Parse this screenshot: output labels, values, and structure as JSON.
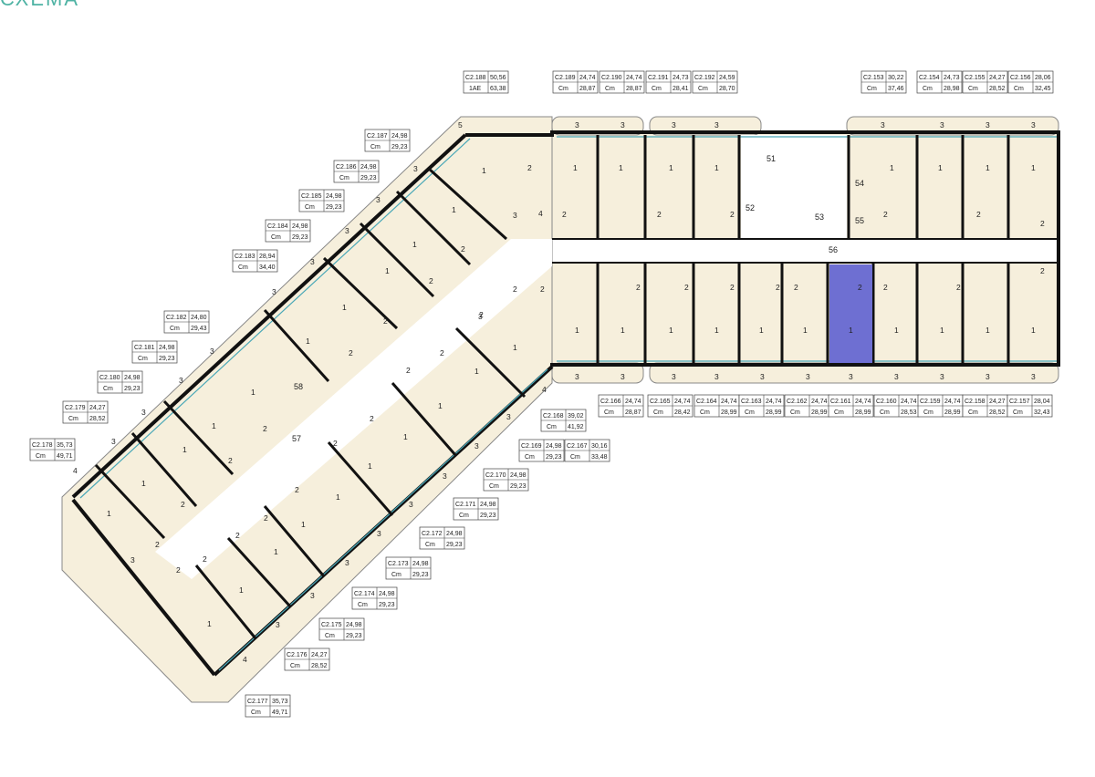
{
  "header_text": "СХЕМА",
  "colors": {
    "room": "#f6efdc",
    "wall": "#111111",
    "glass": "#4aa8b7",
    "selected": "#6e6fd2",
    "corridor": "#ffffff",
    "header": "#4fb3a4"
  },
  "rooms": {
    "n51": "51",
    "n52": "52",
    "n53": "53",
    "n54": "54",
    "n55": "55",
    "n56": "56",
    "n57": "57",
    "n58": "58"
  },
  "apartments": [
    {
      "id": "С2.188",
      "area": "50,56",
      "type": "1АЕ",
      "area2": "63,38"
    },
    {
      "id": "С2.189",
      "area": "24,74",
      "type": "Cm",
      "area2": "28,87"
    },
    {
      "id": "С2.190",
      "area": "24,74",
      "type": "Cm",
      "area2": "28,87"
    },
    {
      "id": "С2.191",
      "area": "24,73",
      "type": "Cm",
      "area2": "28,41"
    },
    {
      "id": "С2.192",
      "area": "24,59",
      "type": "Cm",
      "area2": "28,70"
    },
    {
      "id": "С2.153",
      "area": "30,22",
      "type": "Cm",
      "area2": "37,46"
    },
    {
      "id": "С2.154",
      "area": "24,73",
      "type": "Cm",
      "area2": "28,98"
    },
    {
      "id": "С2.155",
      "area": "24,27",
      "type": "Cm",
      "area2": "28,52"
    },
    {
      "id": "С2.156",
      "area": "28,06",
      "type": "Cm",
      "area2": "32,45"
    },
    {
      "id": "С2.187",
      "area": "24,98",
      "type": "Cm",
      "area2": "29,23"
    },
    {
      "id": "С2.186",
      "area": "24,98",
      "type": "Cm",
      "area2": "29,23"
    },
    {
      "id": "С2.185",
      "area": "24,98",
      "type": "Cm",
      "area2": "29,23"
    },
    {
      "id": "С2.184",
      "area": "24,98",
      "type": "Cm",
      "area2": "29,23"
    },
    {
      "id": "С2.183",
      "area": "28,94",
      "type": "Cm",
      "area2": "34,40"
    },
    {
      "id": "С2.182",
      "area": "24,80",
      "type": "Cm",
      "area2": "29,43"
    },
    {
      "id": "С2.181",
      "area": "24,98",
      "type": "Cm",
      "area2": "29,23"
    },
    {
      "id": "С2.180",
      "area": "24,98",
      "type": "Cm",
      "area2": "29,23"
    },
    {
      "id": "С2.179",
      "area": "24,27",
      "type": "Cm",
      "area2": "28,52"
    },
    {
      "id": "С2.178",
      "area": "35,73",
      "type": "Cm",
      "area2": "49,71"
    },
    {
      "id": "С2.168",
      "area": "39,02",
      "type": "Cm",
      "area2": "41,92"
    },
    {
      "id": "С2.169",
      "area": "24,98",
      "type": "Cm",
      "area2": "29,23"
    },
    {
      "id": "С2.167",
      "area": "30,16",
      "type": "Cm",
      "area2": "33,48"
    },
    {
      "id": "С2.170",
      "area": "24,98",
      "type": "Cm",
      "area2": "29,23"
    },
    {
      "id": "С2.171",
      "area": "24,98",
      "type": "Cm",
      "area2": "29,23"
    },
    {
      "id": "С2.172",
      "area": "24,98",
      "type": "Cm",
      "area2": "29,23"
    },
    {
      "id": "С2.173",
      "area": "24,98",
      "type": "Cm",
      "area2": "29,23"
    },
    {
      "id": "С2.174",
      "area": "24,98",
      "type": "Cm",
      "area2": "29,23"
    },
    {
      "id": "С2.175",
      "area": "24,98",
      "type": "Cm",
      "area2": "29,23"
    },
    {
      "id": "С2.176",
      "area": "24,27",
      "type": "Cm",
      "area2": "28,52"
    },
    {
      "id": "С2.177",
      "area": "35,73",
      "type": "Cm",
      "area2": "49,71"
    },
    {
      "id": "С2.166",
      "area": "24,74",
      "type": "Cm",
      "area2": "28,87"
    },
    {
      "id": "С2.165",
      "area": "24,74",
      "type": "Cm",
      "area2": "28,42"
    },
    {
      "id": "С2.164",
      "area": "24,74",
      "type": "Cm",
      "area2": "28,99"
    },
    {
      "id": "С2.163",
      "area": "24,74",
      "type": "Cm",
      "area2": "28,99"
    },
    {
      "id": "С2.162",
      "area": "24,74",
      "type": "Cm",
      "area2": "28,99"
    },
    {
      "id": "С2.161",
      "area": "24,74",
      "type": "Cm",
      "area2": "28,99"
    },
    {
      "id": "С2.160",
      "area": "24,74",
      "type": "Cm",
      "area2": "28,53"
    },
    {
      "id": "С2.159",
      "area": "24,74",
      "type": "Cm",
      "area2": "28,99"
    },
    {
      "id": "С2.158",
      "area": "24,27",
      "type": "Cm",
      "area2": "28,52"
    },
    {
      "id": "С2.157",
      "area": "28,04",
      "type": "Cm",
      "area2": "32,43"
    }
  ],
  "room_type_labels": {
    "one": "1",
    "two": "2",
    "three": "3",
    "four": "4",
    "five": "5"
  }
}
